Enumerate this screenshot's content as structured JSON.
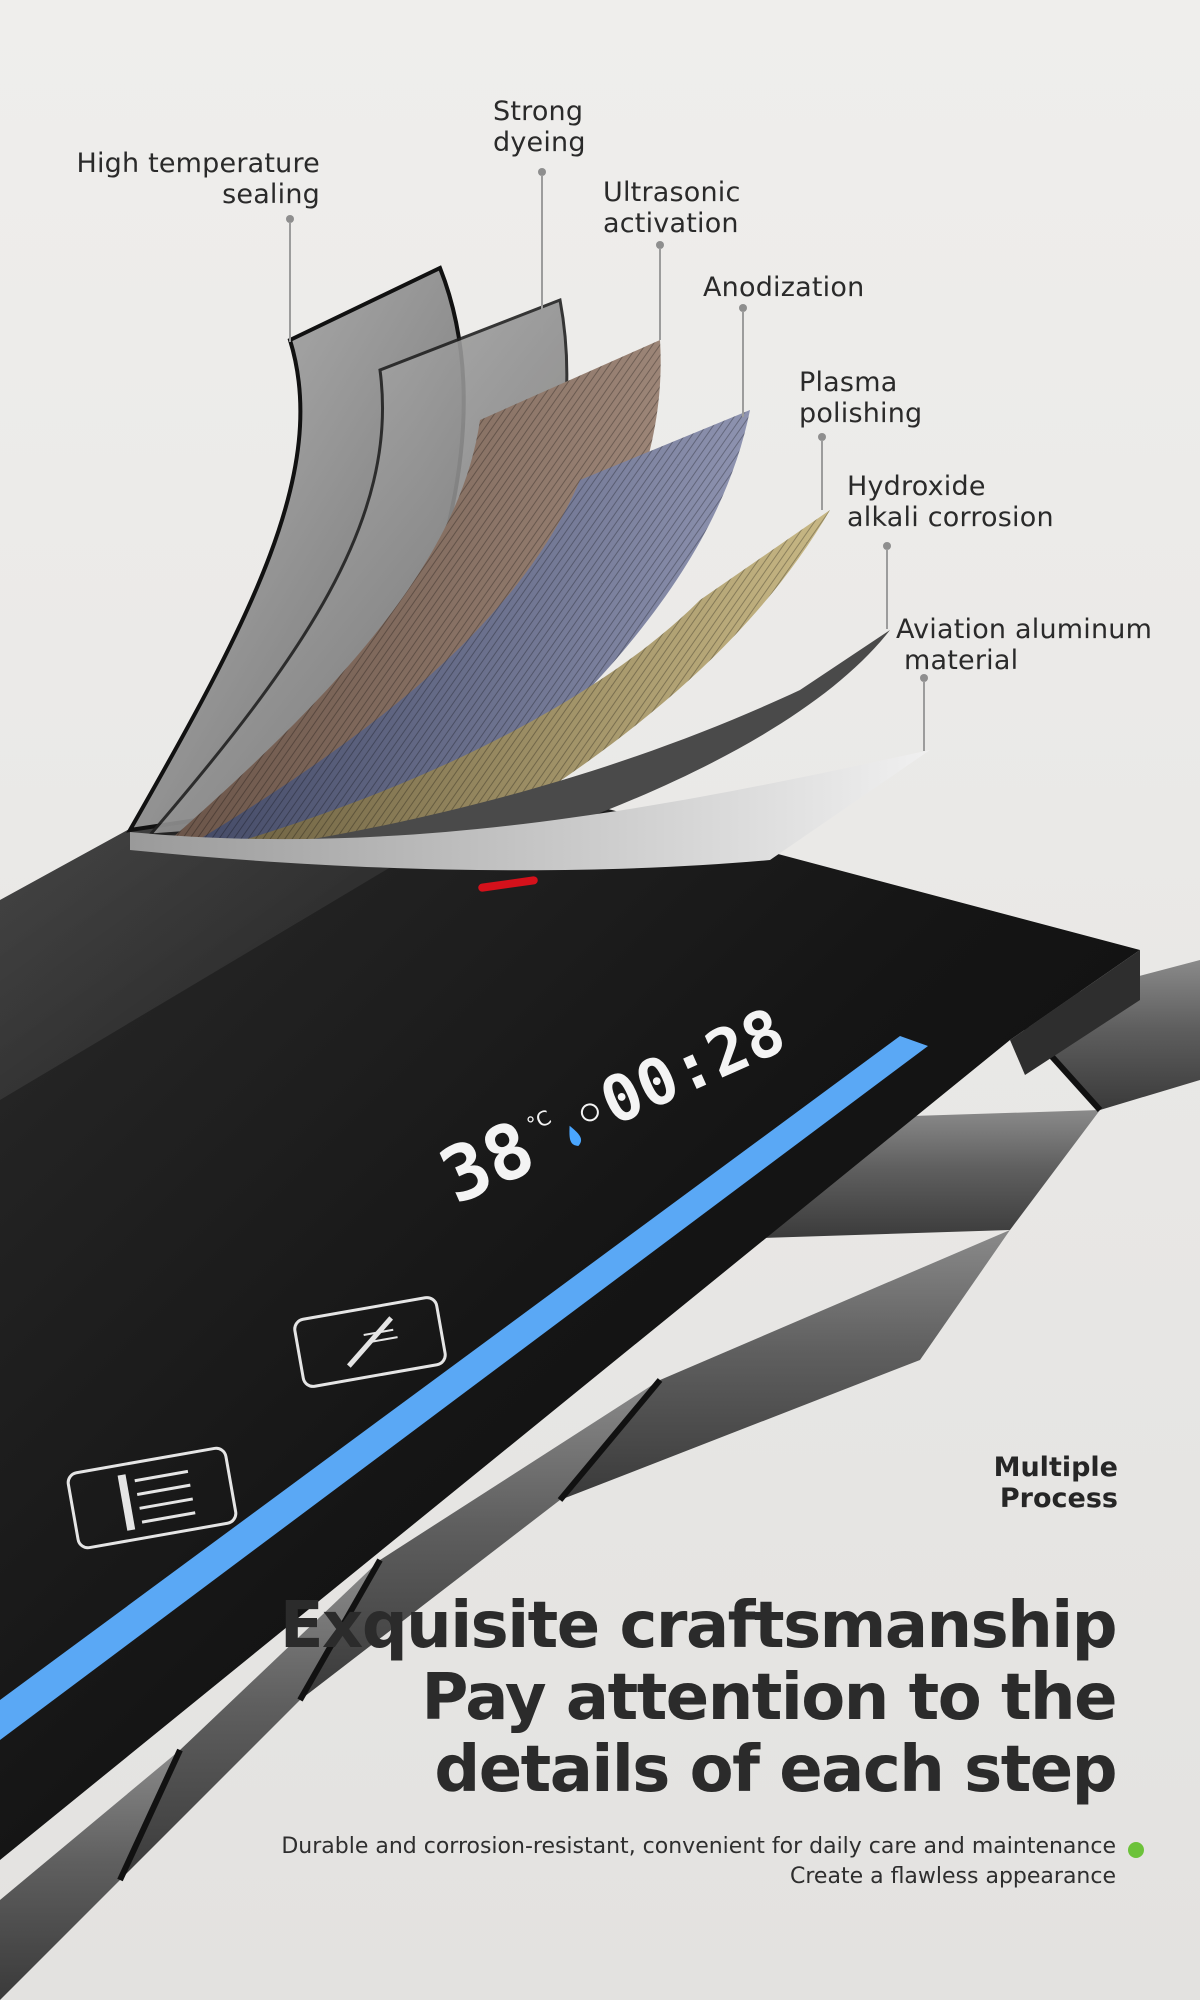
{
  "layers": [
    {
      "line1": "High temperature",
      "line2": "sealing"
    },
    {
      "line1": "Strong",
      "line2": "dyeing"
    },
    {
      "line1": "Ultrasonic",
      "line2": "activation"
    },
    {
      "line1": "Anodization",
      "line2": ""
    },
    {
      "line1": "Plasma",
      "line2": "polishing"
    },
    {
      "line1": "Hydroxide",
      "line2": "alkali corrosion"
    },
    {
      "line1": "Aviation aluminum",
      "line2": "material"
    }
  ],
  "display": {
    "temperature": "38",
    "temperature_unit": "°C",
    "time": "00:28"
  },
  "process_tag": {
    "line1": "Multiple",
    "line2": "Process"
  },
  "headline": {
    "line1": "Exquisite craftsmanship",
    "line2": "Pay attention to the",
    "line3": "details of each step"
  },
  "description": {
    "line1": "Durable and corrosion-resistant, convenient for daily care and maintenance",
    "line2": "Create a flawless appearance"
  },
  "colors": {
    "background": "#e9e8e6",
    "panel": "#1a1a1a",
    "light_strip": "#5aa8f5",
    "accent_dot": "#6cc23a",
    "indicator": "#d4111b"
  },
  "icons": [
    "shower-head-icon",
    "rain-shower-icon",
    "water-drop-icon",
    "timer-icon"
  ]
}
